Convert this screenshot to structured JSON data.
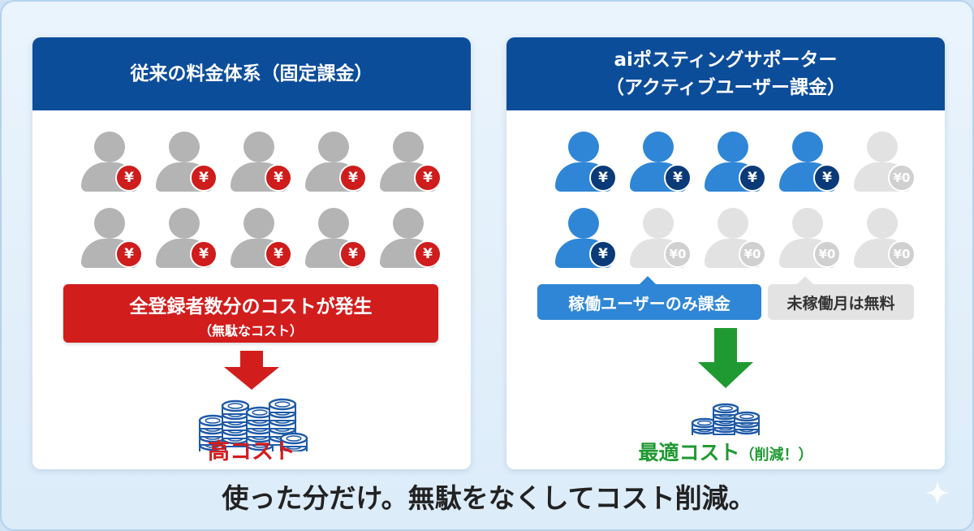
{
  "left_panel": {
    "title": "従来の料金体系（固定課金）",
    "users": [
      {
        "state": "gray",
        "fee": "¥"
      },
      {
        "state": "gray",
        "fee": "¥"
      },
      {
        "state": "gray",
        "fee": "¥"
      },
      {
        "state": "gray",
        "fee": "¥"
      },
      {
        "state": "gray",
        "fee": "¥"
      },
      {
        "state": "gray",
        "fee": "¥"
      },
      {
        "state": "gray",
        "fee": "¥"
      },
      {
        "state": "gray",
        "fee": "¥"
      },
      {
        "state": "gray",
        "fee": "¥"
      },
      {
        "state": "gray",
        "fee": "¥"
      }
    ],
    "banner_main": "全登録者数分のコストが発生",
    "banner_sub": "（無駄なコスト）",
    "result": "高コスト"
  },
  "right_panel": {
    "title_line1": "aiポスティングサポーター",
    "title_line2": "（アクティブユーザー課金）",
    "users": [
      {
        "state": "blue",
        "fee": "¥"
      },
      {
        "state": "blue",
        "fee": "¥"
      },
      {
        "state": "blue",
        "fee": "¥"
      },
      {
        "state": "blue",
        "fee": "¥"
      },
      {
        "state": "light",
        "fee": "¥0"
      },
      {
        "state": "blue",
        "fee": "¥"
      },
      {
        "state": "light",
        "fee": "¥0"
      },
      {
        "state": "light",
        "fee": "¥0"
      },
      {
        "state": "light",
        "fee": "¥0"
      },
      {
        "state": "light",
        "fee": "¥0"
      }
    ],
    "active_label": "稼働ユーザーのみ課金",
    "inactive_label": "未稼働月は無料",
    "result": "最適コスト",
    "result_note": "（削減！）"
  },
  "footer": "使った分だけ。無駄をなくしてコスト削減。",
  "colors": {
    "header": "#0c4d9a",
    "red": "#d21d1d",
    "active_blue": "#2f86d6",
    "green": "#1f9a32",
    "coin_blue": "#1e5aa8"
  }
}
